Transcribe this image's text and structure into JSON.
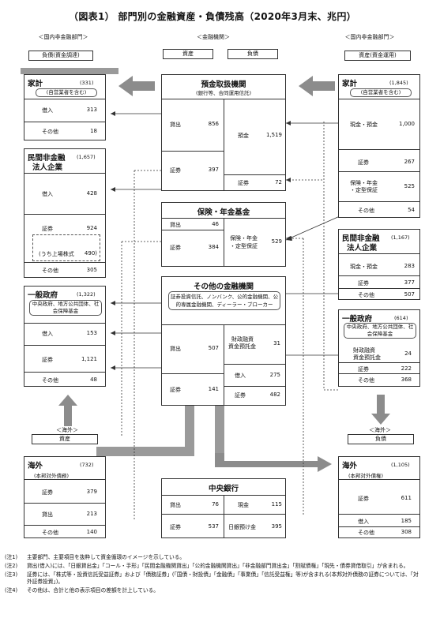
{
  "title": "（図表1） 部門別の金融資産・負債残高（2020年3月末、兆円）",
  "sections": {
    "left": "＜国内非金融部門＞",
    "center": "＜金融機関＞",
    "right": "＜国内非金融部門＞"
  },
  "banners": {
    "left": "負債(資金調達)",
    "center_asset": "資産",
    "center_liab": "負債",
    "right": "資産(資金運用)",
    "overseas_left_title": "＜海外＞",
    "overseas_left": "資産",
    "overseas_right_title": "＜海外＞",
    "overseas_right": "負債"
  },
  "left": {
    "households": {
      "name": "家計",
      "total": "(331)",
      "note": "(自営業者を含む)",
      "rows": [
        {
          "label": "借入",
          "value": "313"
        },
        {
          "label": "その他",
          "value": "18"
        }
      ]
    },
    "corp": {
      "name1": "民間非金融",
      "name2": "法人企業",
      "total": "(1,657)",
      "rows": [
        {
          "label": "借入",
          "value": "428"
        },
        {
          "label": "証券",
          "value": "924"
        },
        {
          "label": "(うち上場株式",
          "value": "490)"
        },
        {
          "label": "その他",
          "value": "305"
        }
      ]
    },
    "gov": {
      "name": "一般政府",
      "total": "(1,322)",
      "note": "中央政府、地方公共団体、社会保障基金",
      "rows": [
        {
          "label": "借入",
          "value": "153"
        },
        {
          "label": "証券",
          "value": "1,121"
        },
        {
          "label": "その他",
          "value": "48"
        }
      ]
    },
    "overseas": {
      "name": "海外",
      "total": "(732)",
      "note": "(本邦対外債務)",
      "rows": [
        {
          "label": "証券",
          "value": "379"
        },
        {
          "label": "貸出",
          "value": "213"
        },
        {
          "label": "その他",
          "value": "140"
        }
      ]
    }
  },
  "center": {
    "deposit": {
      "name": "預金取扱機関",
      "note": "(銀行等、合同運用信託)",
      "assets": [
        {
          "label": "貸出",
          "value": "856"
        },
        {
          "label": "証券",
          "value": "397"
        }
      ],
      "liabs": [
        {
          "label": "預金",
          "value": "1,519"
        },
        {
          "label": "証券",
          "value": "72"
        }
      ]
    },
    "insurance": {
      "name": "保険・年金基金",
      "assets": [
        {
          "label": "貸出",
          "value": "46"
        },
        {
          "label": "証券",
          "value": "384"
        }
      ],
      "liabs": [
        {
          "label": "保険・年金",
          "label2": "・定型保証",
          "value": "529"
        }
      ]
    },
    "other": {
      "name": "その他の金融機関",
      "note": "証券投資信託、ノンバンク、公的金融機関、公的専属金融機関、ディーラー・ブローカー",
      "assets": [
        {
          "label": "貸出",
          "value": "507"
        },
        {
          "label": "証券",
          "value": "141"
        }
      ],
      "liabs": [
        {
          "label": "財政融資",
          "label2": "資金預託金",
          "value": "31"
        },
        {
          "label": "借入",
          "value": "275"
        },
        {
          "label": "証券",
          "value": "482"
        }
      ]
    },
    "boj": {
      "name": "中央銀行",
      "assets": [
        {
          "label": "貸出",
          "value": "76"
        },
        {
          "label": "証券",
          "value": "537"
        }
      ],
      "liabs": [
        {
          "label": "現金",
          "value": "115"
        },
        {
          "label": "日銀預け金",
          "value": "395"
        }
      ]
    }
  },
  "right": {
    "households": {
      "name": "家計",
      "total": "(1,845)",
      "note": "(自営業者を含む)",
      "rows": [
        {
          "label": "現金・預金",
          "value": "1,000"
        },
        {
          "label": "証券",
          "value": "267"
        },
        {
          "label": "保険・年金",
          "label2": "・定型保証",
          "value": "525"
        },
        {
          "label": "その他",
          "value": "54"
        }
      ]
    },
    "corp": {
      "name1": "民間非金融",
      "name2": "法人企業",
      "total": "(1,167)",
      "rows": [
        {
          "label": "現金・預金",
          "value": "283"
        },
        {
          "label": "証券",
          "value": "377"
        },
        {
          "label": "その他",
          "value": "507"
        }
      ]
    },
    "gov": {
      "name": "一般政府",
      "total": "(614)",
      "note": "中央政府、地方公共団体、社会保障基金",
      "rows": [
        {
          "label": "財政融資",
          "label2": "資金預託金",
          "value": "24"
        },
        {
          "label": "証券",
          "value": "222"
        },
        {
          "label": "その他",
          "value": "368"
        }
      ]
    },
    "overseas": {
      "name": "海外",
      "total": "(1,105)",
      "note": "(本邦対外債権)",
      "rows": [
        {
          "label": "証券",
          "value": "611"
        },
        {
          "label": "借入",
          "value": "185"
        },
        {
          "label": "その他",
          "value": "308"
        }
      ]
    }
  },
  "notes": [
    {
      "id": "(注1)",
      "text": "主要部門、主要項目を抜粋して資金循環のイメージを示している。"
    },
    {
      "id": "(注2)",
      "text": "貸出(借入)には、「日銀貸出金」「コール・手形」「民間金融機関貸出」「公的金融機関貸出」「非金融部門貸出金」「割賦債権」「現先・債券貸借取引」が含まれる。"
    },
    {
      "id": "(注3)",
      "text": "証券には、「株式等・投資信託受益証券」および「債務証券」(「国債・財投債」「金融債」「事業債」「信託受益権」等)が含まれる(本邦対外債務の証券については、「対外証券投資」)。"
    },
    {
      "id": "(注4)",
      "text": "その他は、合計と他の表示項目の差額を計上している。"
    }
  ]
}
